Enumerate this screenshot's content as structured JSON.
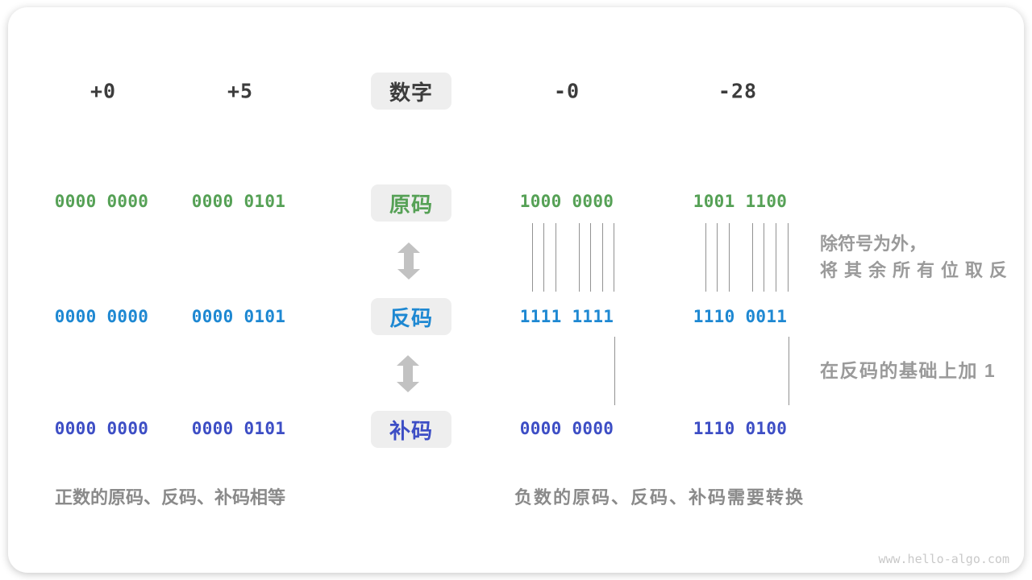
{
  "header": {
    "col_pos_zero": "+0",
    "col_pos_five": "+5",
    "number_badge": "数字",
    "col_neg_zero": "-0",
    "col_neg_28": "-28"
  },
  "rows": {
    "sign_magnitude": {
      "badge": "原码",
      "values": [
        "0000 0000",
        "0000 0101",
        "1000 0000",
        "1001 1100"
      ]
    },
    "ones_complement": {
      "badge": "反码",
      "values": [
        "0000 0000",
        "0000 0101",
        "1111 1111",
        "1110 0011"
      ]
    },
    "twos_complement": {
      "badge": "补码",
      "values": [
        "0000 0000",
        "0000 0101",
        "0000 0000",
        "1110 0100"
      ]
    }
  },
  "annotations": {
    "invert_line1": "除符号为外，",
    "invert_line2": "将其余所有位取反",
    "add_one": "在反码的基础上加 1"
  },
  "captions": {
    "positive": "正数的原码、反码、补码相等",
    "negative": "负数的原码、反码、补码需要转换"
  },
  "watermark": "www.hello-algo.com",
  "colors": {
    "sign_magnitude_green": "#56A156",
    "ones_complement_blue": "#1E88D2",
    "twos_complement_indigo": "#3D4EC5",
    "annotation_gray": "#9A9A9A",
    "caption_gray": "#8A8A8A",
    "heading_dark": "#3C3C3C",
    "badge_background": "#EEEEEE",
    "connector_line_gray": "#929292",
    "arrow_gray": "#C2C2C2"
  }
}
